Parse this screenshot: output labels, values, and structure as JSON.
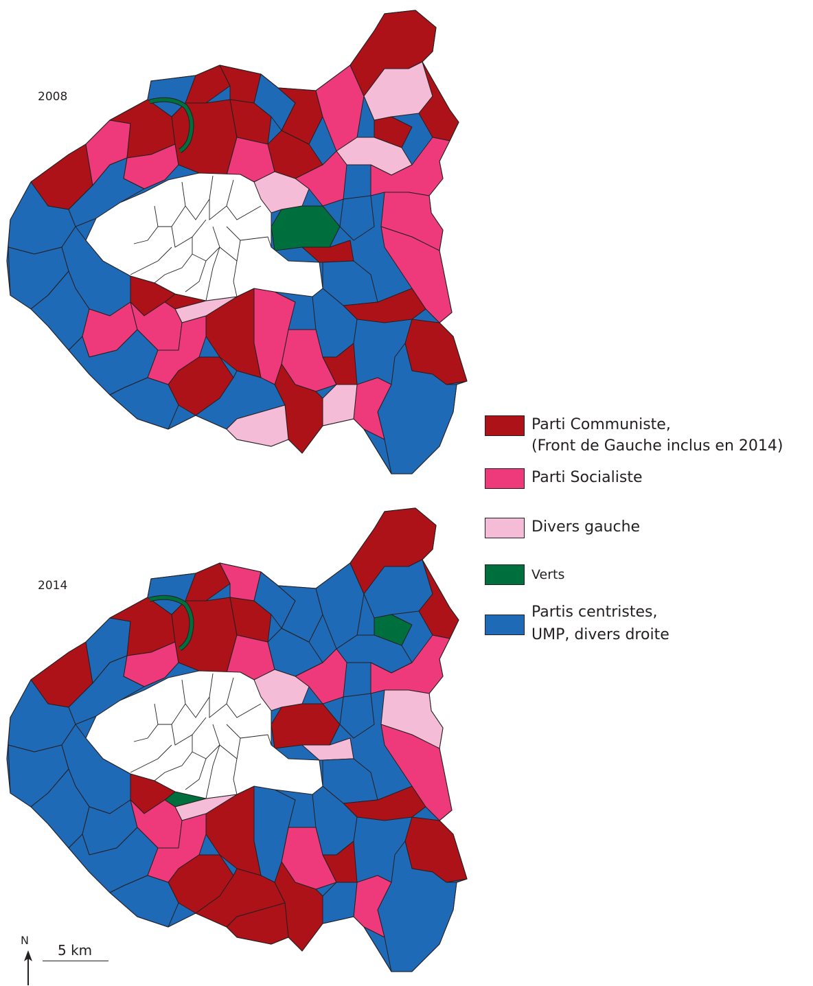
{
  "maps": [
    {
      "year": "2008"
    },
    {
      "year": "2014"
    }
  ],
  "legend": [
    {
      "label": "Parti Communiste,",
      "label2": "(Front de Gauche inclus en 2014)",
      "color": "#ac1218"
    },
    {
      "label": "Parti Socialiste",
      "label2": "",
      "color": "#ee3a7b"
    },
    {
      "label": "Divers gauche",
      "label2": "",
      "color": "#f5bcd7"
    },
    {
      "label": "Verts",
      "label2": "",
      "color": "#006f3e"
    },
    {
      "label": "Partis centristes,",
      "label2": "UMP, divers droite",
      "color": "#1f6ab7"
    }
  ],
  "colors": {
    "paris_fill": "#ffffff",
    "border": "#231f20",
    "seine": "#006f3e"
  },
  "north_arrow": {
    "label": "N"
  },
  "scale_bar": {
    "label": "5 km"
  }
}
